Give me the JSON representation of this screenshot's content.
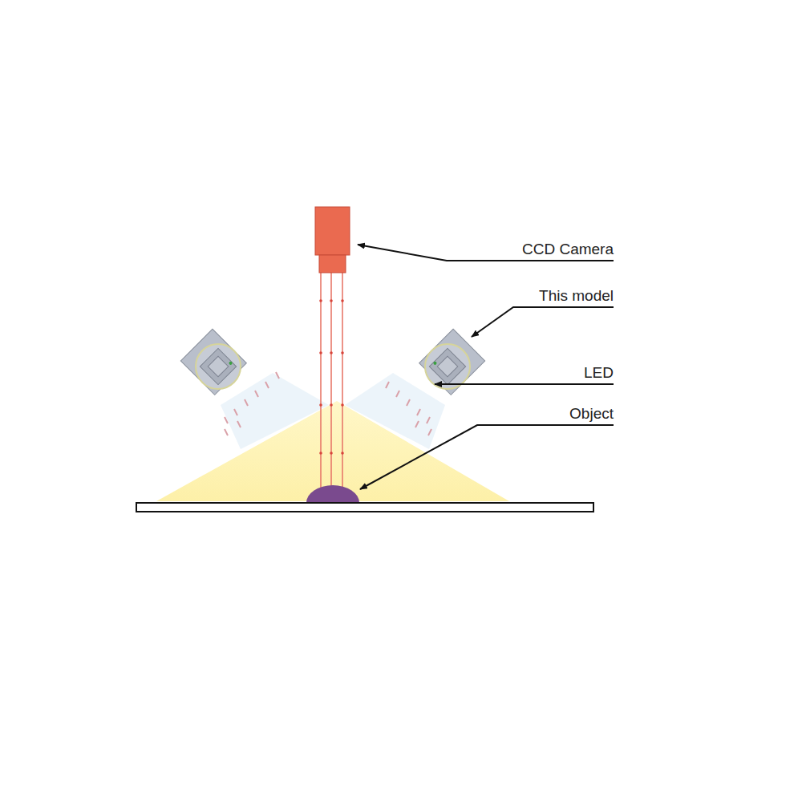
{
  "diagram": {
    "labels": [
      "CCD Camera",
      "This model",
      "LED",
      "Object"
    ]
  }
}
